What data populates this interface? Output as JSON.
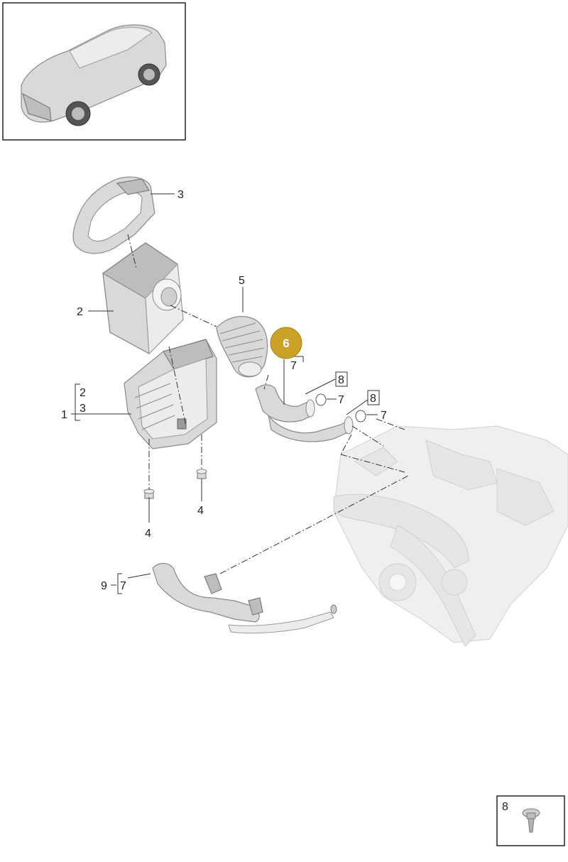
{
  "callouts": {
    "p1": "1",
    "p1_sub": [
      "2",
      "3"
    ],
    "p2": "2",
    "p3": "3",
    "p4a": "4",
    "p4b": "4",
    "p5": "5",
    "p6": "6",
    "p6_sub": "7",
    "p7a": "7",
    "p7b": "7",
    "p8a": "8",
    "p8b": "8",
    "p9": "9",
    "p9_sub": "7",
    "legend8": "8"
  },
  "colors": {
    "highlight": "#c9a227",
    "part_fill": "#d9d9d9",
    "ghost_fill": "#efefef"
  }
}
